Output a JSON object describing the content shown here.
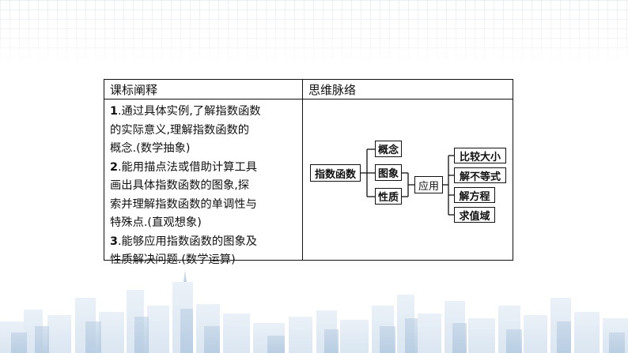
{
  "table": {
    "header_left": "课标阐释",
    "header_right": "思维脉络",
    "items": [
      {
        "num": "1",
        "lines": [
          ".通过具体实例,了解指数函数",
          "的实际意义,理解指数函数的",
          "概念.(数学抽象)"
        ]
      },
      {
        "num": "2",
        "lines": [
          ".能用描点法或借助计算工具",
          "画出具体指数函数的图象,探",
          "索并理解指数函数的单调性与",
          "特殊点.(直观想象)"
        ]
      },
      {
        "num": "3",
        "lines": [
          ".能够应用指数函数的图象及",
          "性质解决问题.(数学运算)"
        ]
      }
    ]
  },
  "mindmap": {
    "root": "指数函数",
    "branches": [
      "概念",
      "图象",
      "性质"
    ],
    "apply": "应用",
    "applications": [
      "比较大小",
      "解不等式",
      "解方程",
      "求值域"
    ]
  },
  "colors": {
    "border": "#111111",
    "skyline_light": "#d6e3f0",
    "skyline_mid": "#b8cde2",
    "skyline_dark": "#9fb9d3"
  }
}
